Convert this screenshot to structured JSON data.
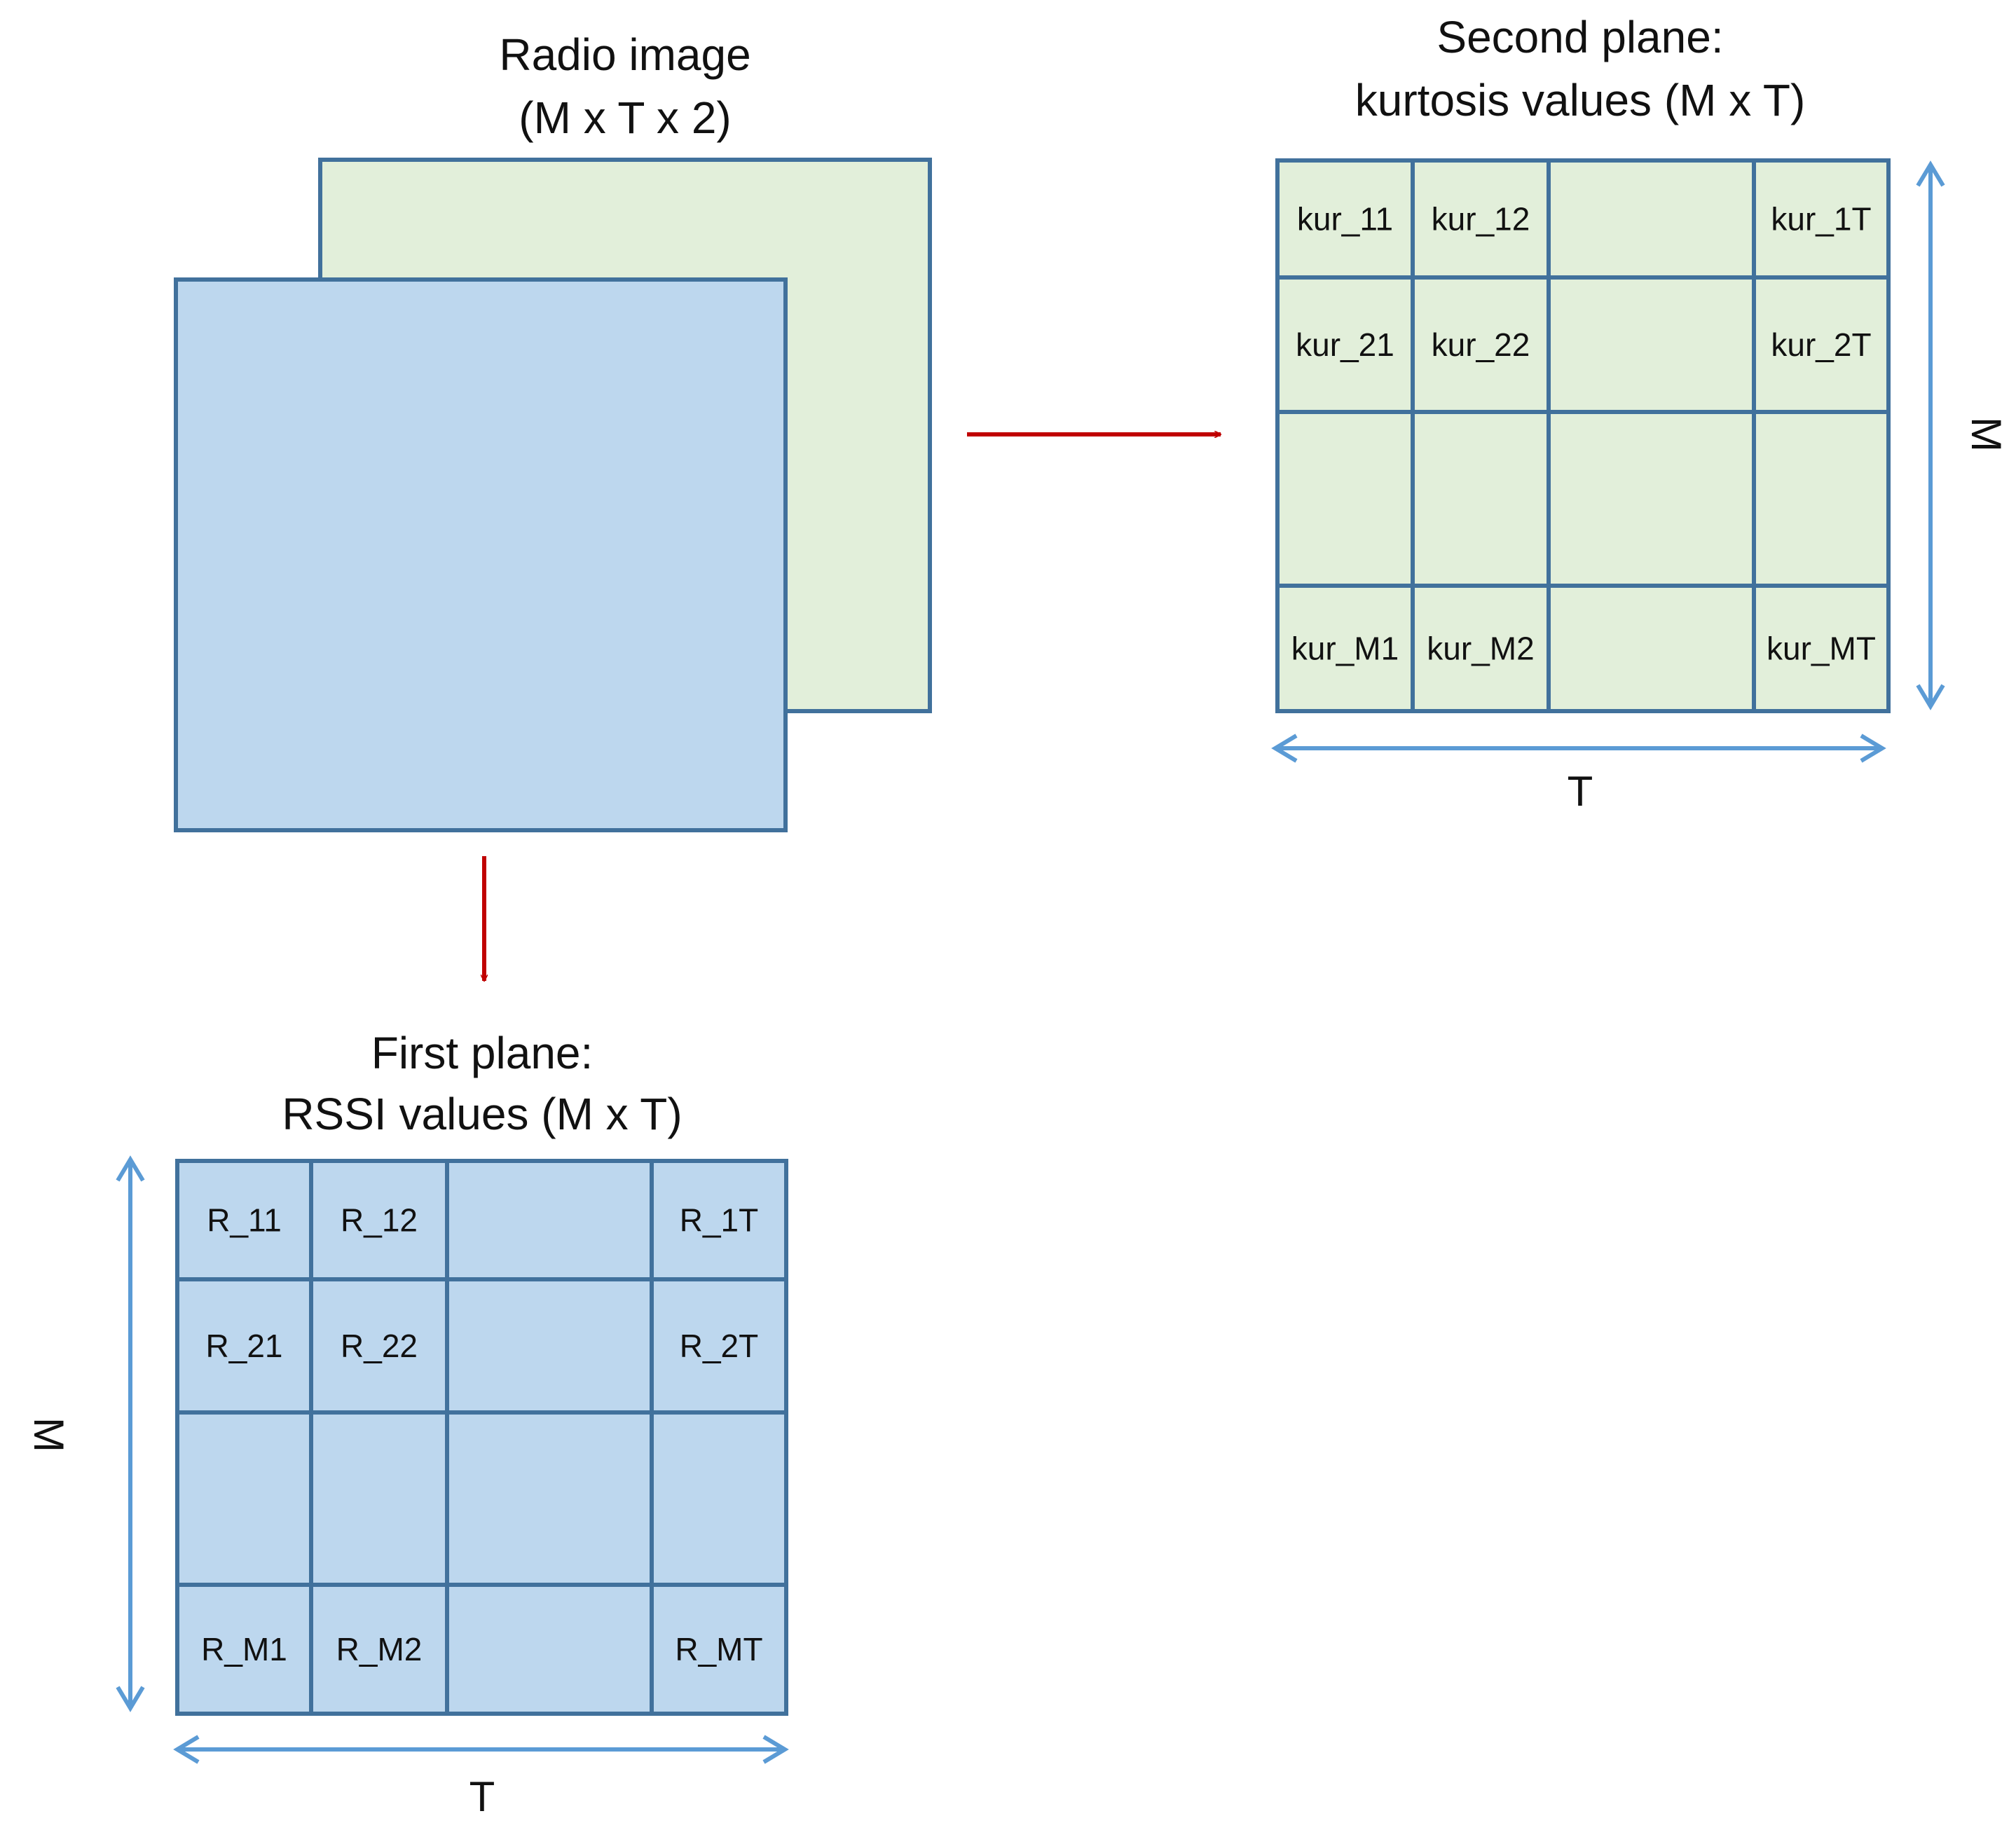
{
  "colors": {
    "blue_fill": "#bdd7ee",
    "green_fill": "#e2efda",
    "border": "#41719c",
    "flow_arrow": "#c00000",
    "dimension_arrow": "#5b9bd5"
  },
  "radio_image": {
    "title_line1": "Radio image",
    "title_line2": "(M x T x 2)"
  },
  "second_plane": {
    "title_line1": "Second plane:",
    "title_line2": "kurtosis values (M x T)",
    "cells": [
      [
        "kur_11",
        "kur_12",
        "",
        "kur_1T"
      ],
      [
        "kur_21",
        "kur_22",
        "",
        "kur_2T"
      ],
      [
        "",
        "",
        "",
        ""
      ],
      [
        "kur_M1",
        "kur_M2",
        "",
        "kur_MT"
      ]
    ],
    "rows_label": "M",
    "cols_label": "T"
  },
  "first_plane": {
    "title_line1": "First plane:",
    "title_line2": "RSSI values (M x T)",
    "cells": [
      [
        "R_11",
        "R_12",
        "",
        "R_1T"
      ],
      [
        "R_21",
        "R_22",
        "",
        "R_2T"
      ],
      [
        "",
        "",
        "",
        ""
      ],
      [
        "R_M1",
        "R_M2",
        "",
        "R_MT"
      ]
    ],
    "rows_label": "M",
    "cols_label": "T"
  }
}
